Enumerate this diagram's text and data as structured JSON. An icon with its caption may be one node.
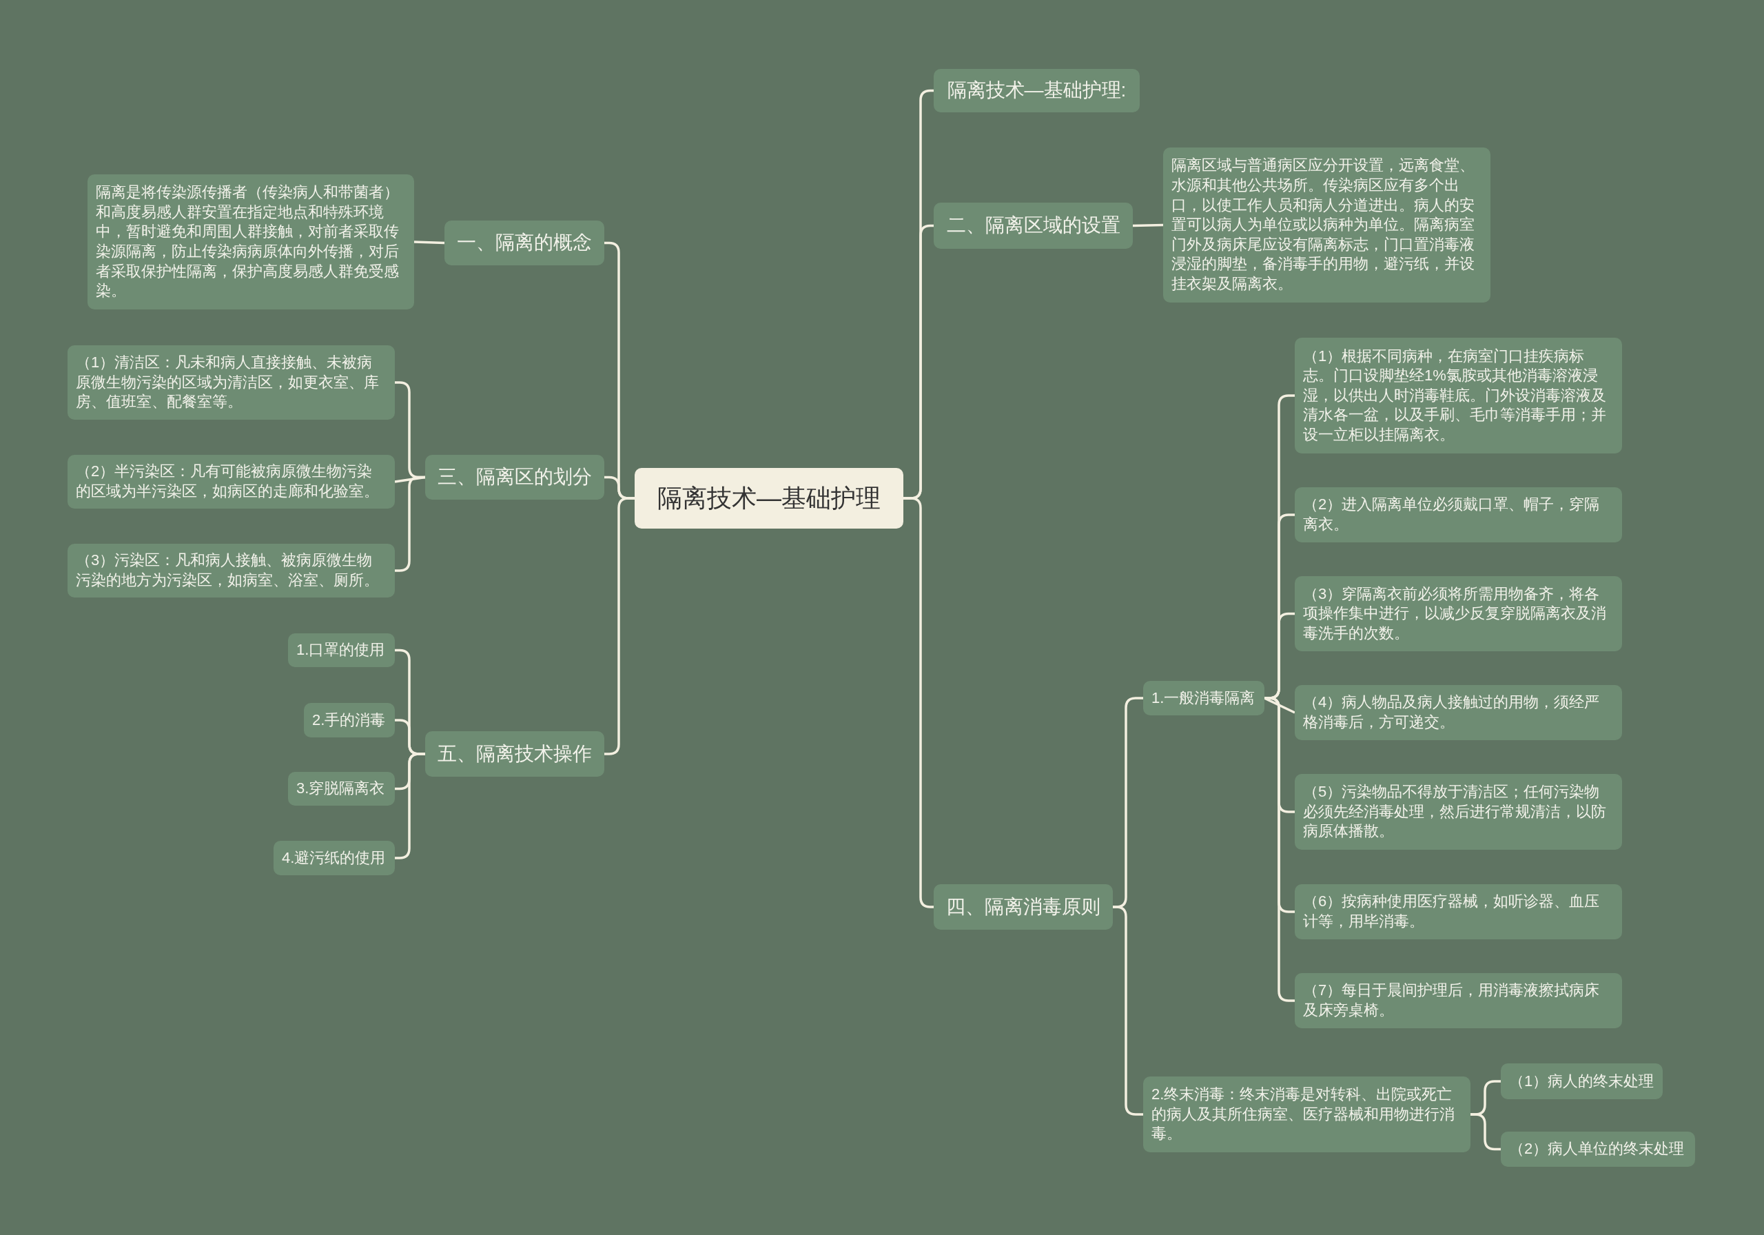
{
  "diagram": {
    "nodes": [
      {
        "text": [
          "隔离技术—基础护理"
        ]
      },
      {
        "text": [
          "一、隔离的概念"
        ]
      },
      {
        "text": [
          "隔离是将传染源传播者（传染病人和带菌者）和高度易感人群安置在指定地点和特殊环境中，暂时避免和周围人群接触，对前者采取传染源隔离，防止传染病病原体向外传播，对后者采取保护性隔离，保护高度易感人群免受感染。"
        ]
      },
      {
        "text": [
          "三、隔离区的划分"
        ]
      },
      {
        "text": [
          "（1）清洁区：凡未和病人直接接触、未被病原微生物污染的区域为清洁区，如更衣室、库房、值班室、配餐室等。"
        ]
      },
      {
        "text": [
          "（2）半污染区：凡有可能被病原微生物污染的区域为半污染区，如病区的走廊和化验室。"
        ]
      },
      {
        "text": [
          "（3）污染区：凡和病人接触、被病原微生物污染的地方为污染区，如病室、浴室、厕所。"
        ]
      },
      {
        "text": [
          "五、隔离技术操作"
        ]
      },
      {
        "text": [
          "1.口罩的使用"
        ]
      },
      {
        "text": [
          "2.手的消毒"
        ]
      },
      {
        "text": [
          "3.穿脱隔离衣"
        ]
      },
      {
        "text": [
          "4.避污纸的使用"
        ]
      },
      {
        "text": [
          "隔离技术—基础护理:"
        ]
      },
      {
        "text": [
          "二、隔离区域的设置"
        ]
      },
      {
        "text": [
          "隔离区域与普通病区应分开设置，远离食堂、水源和其他公共场所。传染病区应有多个出口，以使工作人员和病人分道进出。病人的安置可以病人为单位或以病种为单位。隔离病室门外及病床尾应设有隔离标志，门口置消毒液浸湿的脚垫，备消毒手的用物，避污纸，并设挂衣架及隔离衣。"
        ]
      },
      {
        "text": [
          "四、隔离消毒原则"
        ]
      },
      {
        "text": [
          "1.一般消毒隔离"
        ]
      },
      {
        "text": [
          "（1）根据不同病种，在病室门口挂疾病标志。门口设脚垫经1%氯胺或其他消毒溶液浸湿，以供出人时消毒鞋底。门外设消毒溶液及清水各一盆，以及手刷、毛巾等消毒手用；并设一立柜以挂隔离衣。"
        ]
      },
      {
        "text": [
          "（2）进入隔离单位必须戴口罩、帽子，穿隔离衣。"
        ]
      },
      {
        "text": [
          "（3）穿隔离衣前必须将所需用物备齐，将各项操作集中进行，以减少反复穿脱隔离衣及消毒洗手的次数。"
        ]
      },
      {
        "text": [
          "（4）病人物品及病人接触过的用物，须经严格消毒后，方可递交。"
        ]
      },
      {
        "text": [
          "（5）污染物品不得放于清洁区；任何污染物必须先经消毒处理，然后进行常规清洁，以防病原体播散。"
        ]
      },
      {
        "text": [
          "（6）按病种使用医疗器械，如听诊器、血压计等，用毕消毒。"
        ]
      },
      {
        "text": [
          "（7）每日于晨间护理后，用消毒液擦拭病床及床旁桌椅。"
        ]
      },
      {
        "text": [
          "2.终末消毒：终末消毒是对转科、出院或死亡的病人及其所住病室、医疗器械和用物进行消毒。"
        ]
      },
      {
        "text": [
          "（1）病人的终末处理"
        ]
      },
      {
        "text": [
          "（2）病人单位的终末处理"
        ]
      }
    ],
    "edges": [
      {
        "from": 0,
        "to": 1,
        "arrow": "none"
      },
      {
        "from": 1,
        "to": 2,
        "arrow": "none"
      },
      {
        "from": 0,
        "to": 3,
        "arrow": "none"
      },
      {
        "from": 3,
        "to": 4,
        "arrow": "none"
      },
      {
        "from": 3,
        "to": 5,
        "arrow": "none"
      },
      {
        "from": 3,
        "to": 6,
        "arrow": "none"
      },
      {
        "from": 0,
        "to": 7,
        "arrow": "none"
      },
      {
        "from": 7,
        "to": 8,
        "arrow": "none"
      },
      {
        "from": 7,
        "to": 9,
        "arrow": "none"
      },
      {
        "from": 7,
        "to": 10,
        "arrow": "none"
      },
      {
        "from": 7,
        "to": 11,
        "arrow": "none"
      },
      {
        "from": 0,
        "to": 12,
        "arrow": "none"
      },
      {
        "from": 0,
        "to": 13,
        "arrow": "none"
      },
      {
        "from": 13,
        "to": 14,
        "arrow": "none"
      },
      {
        "from": 0,
        "to": 15,
        "arrow": "none"
      },
      {
        "from": 15,
        "to": 16,
        "arrow": "none"
      },
      {
        "from": 16,
        "to": 17,
        "arrow": "none"
      },
      {
        "from": 16,
        "to": 18,
        "arrow": "none"
      },
      {
        "from": 16,
        "to": 19,
        "arrow": "none"
      },
      {
        "from": 16,
        "to": 20,
        "arrow": "none"
      },
      {
        "from": 16,
        "to": 21,
        "arrow": "none"
      },
      {
        "from": 16,
        "to": 22,
        "arrow": "none"
      },
      {
        "from": 16,
        "to": 23,
        "arrow": "none"
      },
      {
        "from": 15,
        "to": 24,
        "arrow": "none"
      },
      {
        "from": 24,
        "to": 25,
        "arrow": "none"
      },
      {
        "from": 24,
        "to": 26,
        "arrow": "none"
      }
    ]
  }
}
